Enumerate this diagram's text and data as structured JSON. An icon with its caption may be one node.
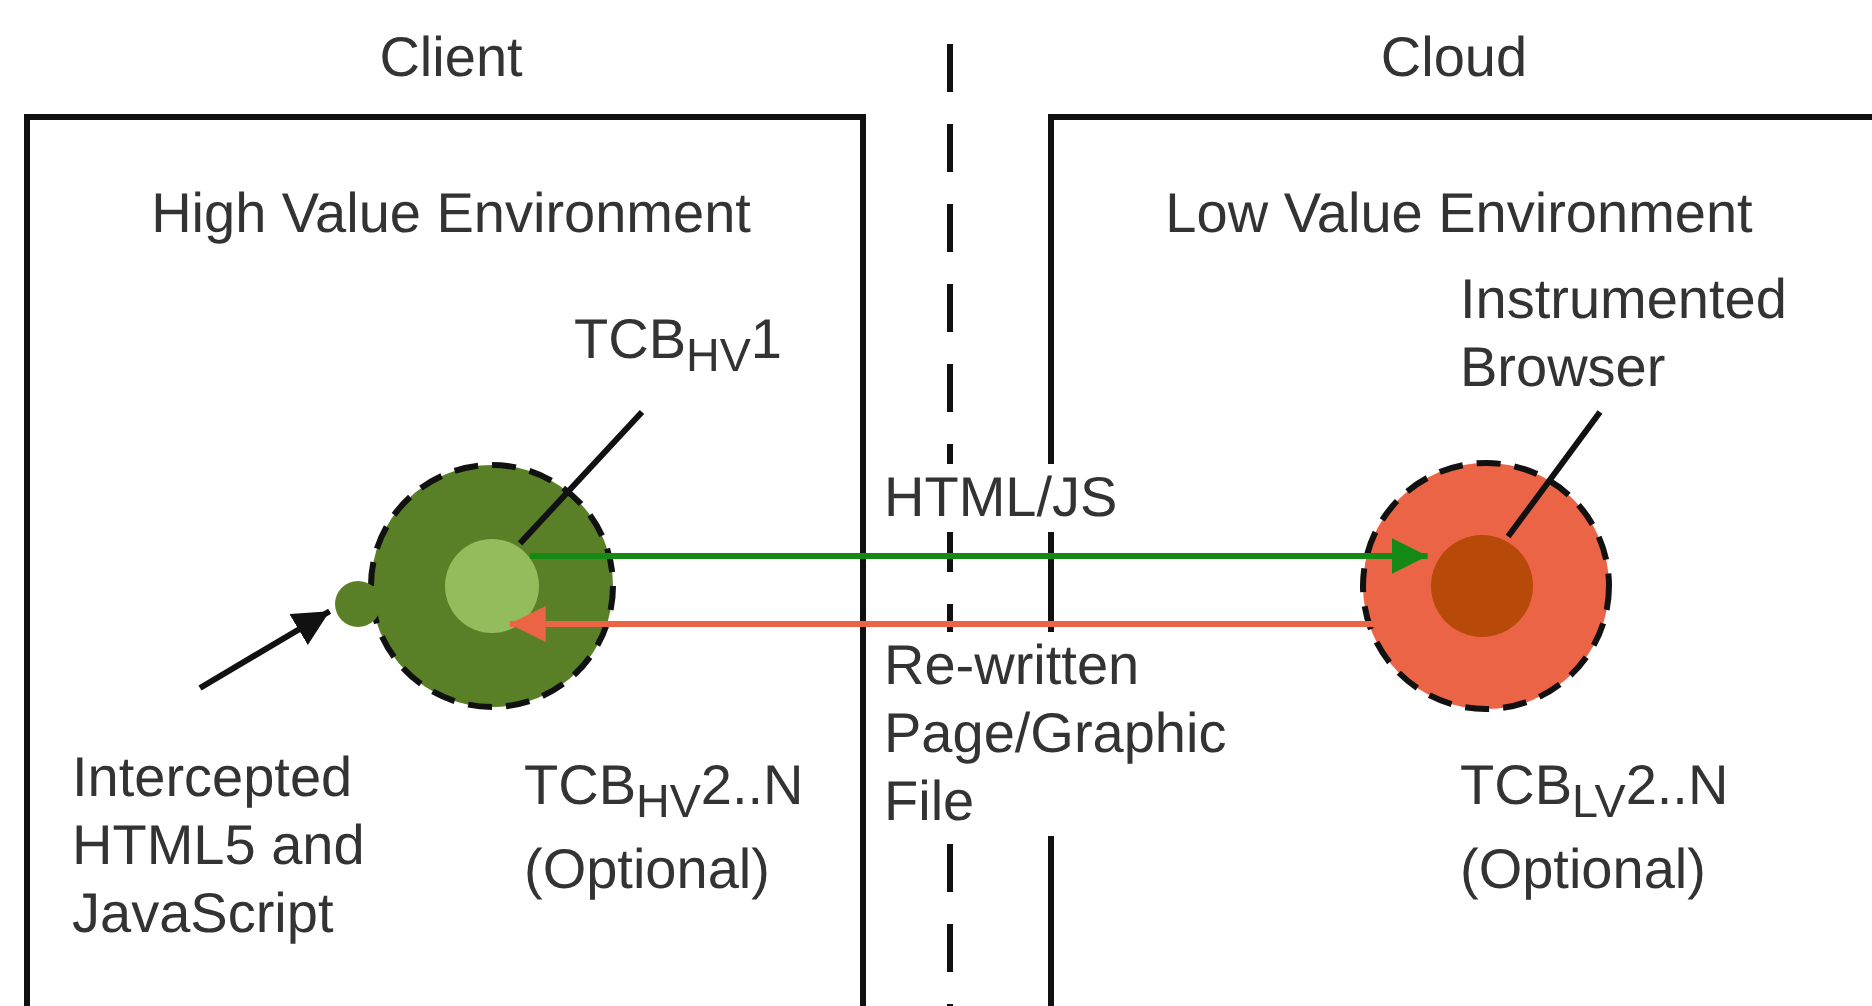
{
  "diagram": {
    "nodes": [
      {
        "text": [
          "Client",
          "High Value Environment"
        ]
      },
      {
        "text": [],
        "shape": "circle",
        "in": 0,
        "beside": [
          "TCB$_{HV}$2..N (Optional)"
        ]
      },
      {
        "text": [],
        "shape": "circle",
        "in": 1
      },
      {
        "text": [
          "TCB$_{HV}$1"
        ],
        "in": 0
      },
      {
        "text": [],
        "shape": "circle",
        "in": 0
      },
      {
        "text": [
          "Intercepted HTML5 and JavaScript"
        ],
        "in": 0
      },
      {
        "text": [
          "Cloud",
          "Low Value Environment"
        ]
      },
      {
        "text": [],
        "shape": "circle",
        "in": 6,
        "beside": [
          "TCB$_{LV}$2..N (Optional)"
        ]
      },
      {
        "text": [],
        "shape": "circle",
        "in": 7
      },
      {
        "text": [
          "Instrumented Browser"
        ],
        "in": 6
      }
    ],
    "edges": [
      {
        "from": 2,
        "to": 8,
        "arrow": "to",
        "label": "HTML/JS",
        "color": "#138a13"
      },
      {
        "from": 8,
        "to": 2,
        "arrow": "to",
        "label": "Re-written Page/Graphic File",
        "color": "#ec6446"
      },
      {
        "from": 3,
        "to": 2,
        "arrow": "none"
      },
      {
        "from": 5,
        "to": 4,
        "arrow": "to"
      },
      {
        "from": 9,
        "to": 8,
        "arrow": "none"
      }
    ]
  }
}
